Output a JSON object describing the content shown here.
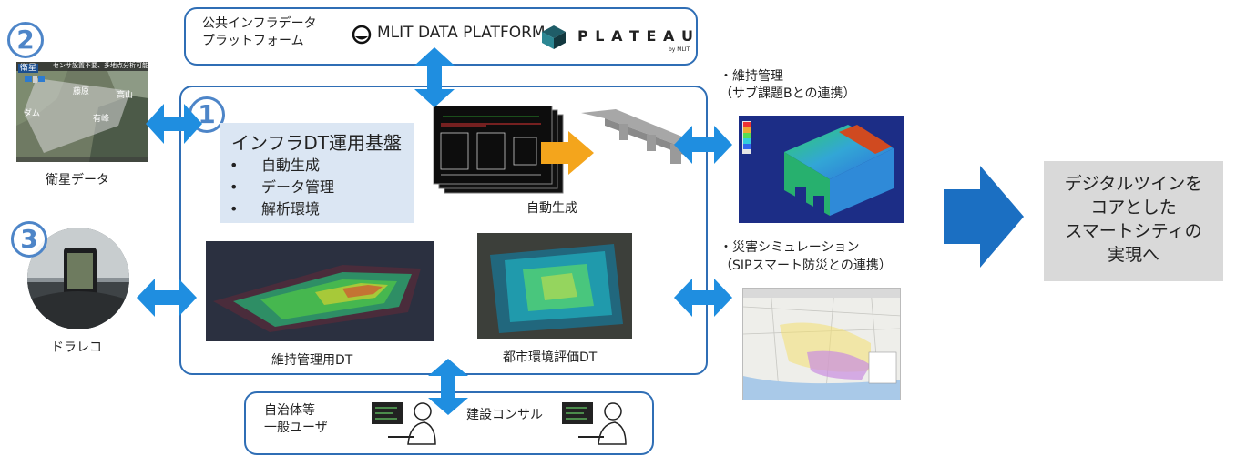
{
  "platform": {
    "label_line1": "公共インフラデータ",
    "label_line2": "プラットフォーム",
    "mlit": "MLIT DATA PLATFORM",
    "plateau": "P L A T E A U",
    "plateau_sub": "by MLIT"
  },
  "markers": {
    "n1": "1",
    "n2": "2",
    "n3": "3"
  },
  "satellite": {
    "caption": "衛星データ",
    "tag": "衛星",
    "banner": "センサ設置不要、多地点分析可能",
    "places": [
      "藤原",
      "有峰",
      "ダム",
      "高山"
    ]
  },
  "dashcam": {
    "caption": "ドラレコ"
  },
  "infra": {
    "title": "インフラDT運用基盤",
    "bullets": [
      "自動生成",
      "データ管理",
      "解析環境"
    ],
    "bullet_mark": "•"
  },
  "autogen": {
    "caption": "自動生成"
  },
  "maint_dt": {
    "caption": "維持管理用DT"
  },
  "urban_dt": {
    "caption": "都市環境評価DT"
  },
  "maintenance": {
    "line1": "・維持管理",
    "line2": "（サブ課題Bとの連携）"
  },
  "disaster": {
    "line1": "・災害シミュレーション",
    "line2": "（SIPスマート防災との連携）"
  },
  "goal": {
    "line1": "デジタルツインを",
    "line2": "コアとした",
    "line3": "スマートシティの",
    "line4": "実現へ"
  },
  "users": {
    "group1_line1": "自治体等",
    "group1_line2": "一般ユーザ",
    "group2": "建設コンサル"
  },
  "colors": {
    "frame_blue": "#2f6eb5",
    "arrow_blue": "#1f8ee0",
    "big_arrow": "#1b6fc2",
    "goal_bg": "#d9d9d9",
    "infra_bg": "#dbe6f3",
    "orange": "#f4a51c"
  }
}
